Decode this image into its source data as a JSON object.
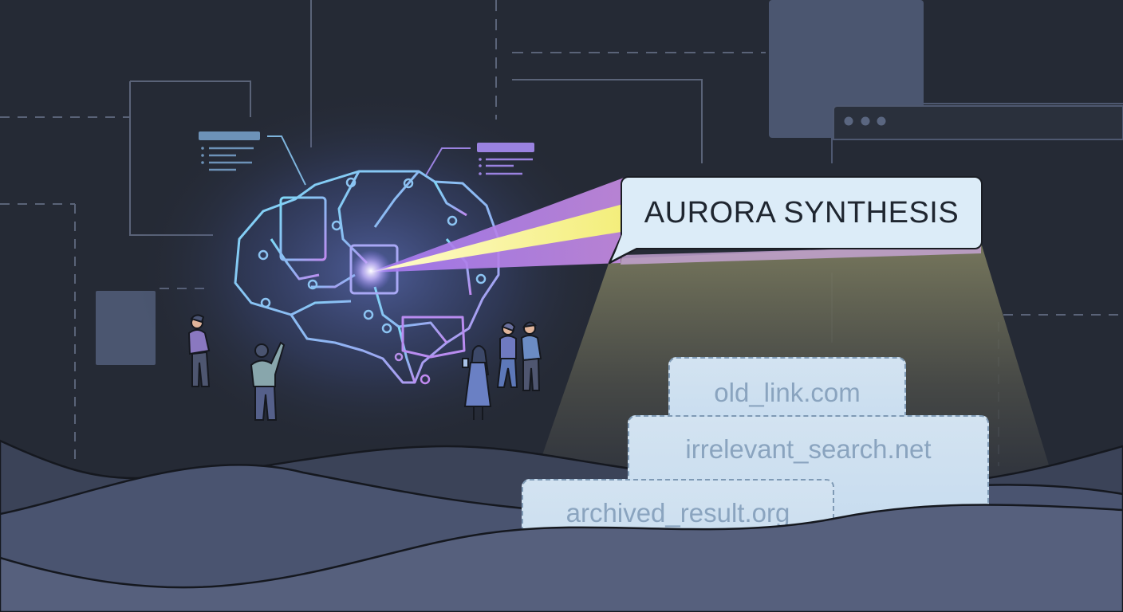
{
  "scene": {
    "description": "Glowing circuit brain emitting a light beam into a speech bubble, while stale search results sit in the beam's shadow",
    "colors": {
      "background": "#252a35",
      "panel": "#4a5670",
      "brain_cyan": "#7fd4f5",
      "brain_violet": "#b48af0",
      "beam_yellow": "#f3ee8a",
      "beam_purple": "#b77be6",
      "bubble_fill": "#dcecf8",
      "card_fill": "#cfe1f0",
      "card_text": "#8aa4bf",
      "hill_dark": "#3b4358",
      "hill_mid": "#4a5470",
      "hill_light": "#56607d"
    }
  },
  "speech_bubble": {
    "label": "AURORA SYNTHESIS"
  },
  "result_cards": [
    {
      "label": "old_link.com"
    },
    {
      "label": "irrelevant_search.net"
    },
    {
      "label": "archived_result.org"
    }
  ],
  "decor": {
    "window_dots": 3,
    "people_count": 5,
    "icons": [
      "brain-circuit-icon",
      "window-icon",
      "person-icon"
    ]
  }
}
